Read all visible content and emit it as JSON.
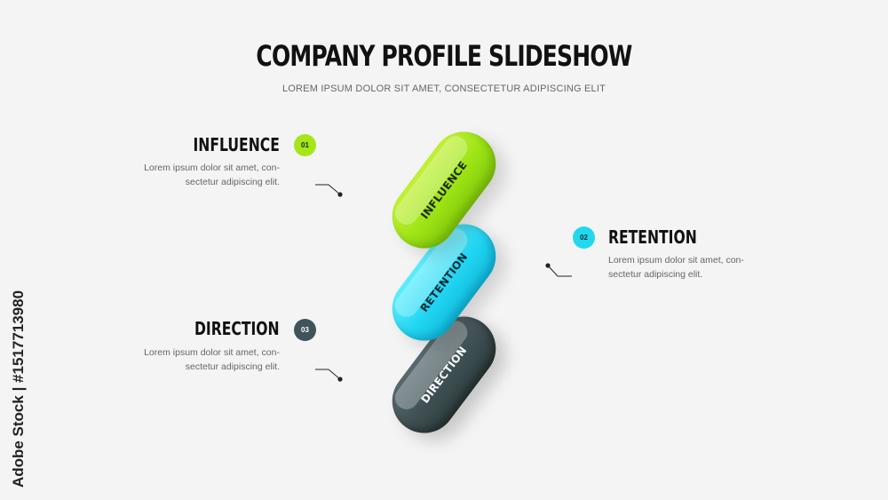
{
  "header": {
    "title": "COMPANY PROFILE SLIDESHOW",
    "subtitle": "LOREM IPSUM DOLOR SIT AMET, CONSECTETUR ADIPISCING ELIT"
  },
  "items": [
    {
      "number": "01",
      "heading": "INFLUENCE",
      "pill_label": "INFLUENCE",
      "description_line1": "Lorem ipsum dolor sit amet, con-",
      "description_line2": "sectetur adipiscing elit.",
      "color": "#a5e619"
    },
    {
      "number": "02",
      "heading": "RETENTION",
      "pill_label": "RETENTION",
      "description_line1": "Lorem ipsum dolor sit amet, con-",
      "description_line2": "sectetur adipiscing elit.",
      "color": "#22d8ef"
    },
    {
      "number": "03",
      "heading": "DIRECTION",
      "pill_label": "DIRECTION",
      "description_line1": "Lorem ipsum dolor sit amet, con-",
      "description_line2": "sectetur adipiscing elit.",
      "color": "#3f5358"
    }
  ],
  "watermark": "Adobe Stock | #1517713980"
}
